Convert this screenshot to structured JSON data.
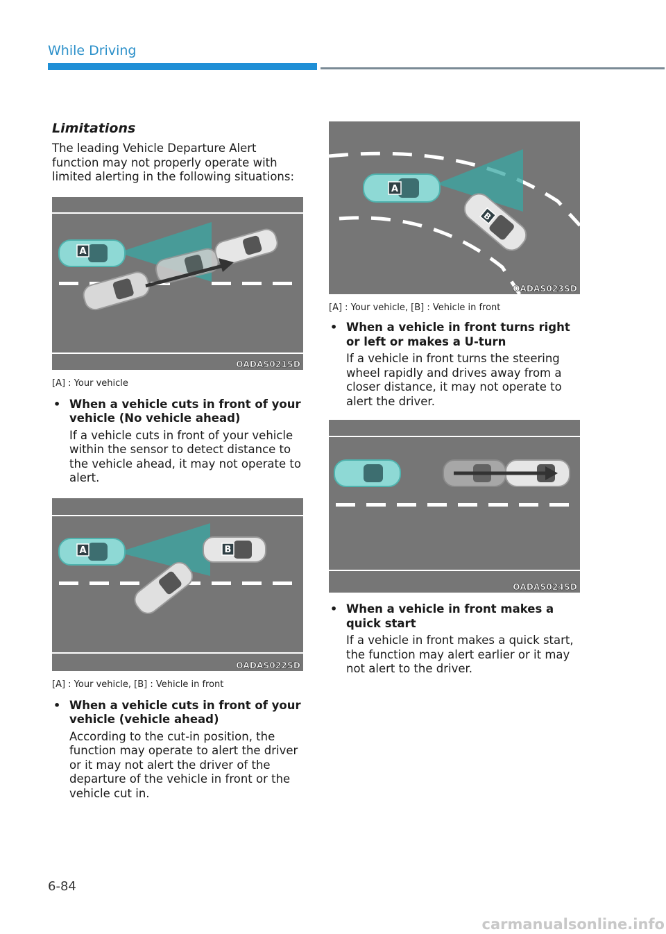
{
  "header": {
    "title": "While Driving"
  },
  "left": {
    "section_title": "Limitations",
    "intro": "The leading Vehicle Departure Alert function may not properly operate with limited alerting in the following situations:",
    "figure1": {
      "code": "OADAS021SD",
      "caption": "[A] : Your vehicle",
      "labels": [
        "A"
      ]
    },
    "bullet1": {
      "heading": "When a vehicle cuts in front of your vehicle (No vehicle ahead)",
      "body": "If a vehicle cuts in front of your vehicle within the sensor to detect distance to the vehicle ahead, it may not operate to alert."
    },
    "figure2": {
      "code": "OADAS022SD",
      "caption": "[A] : Your vehicle, [B] : Vehicle in front",
      "labels": [
        "A",
        "B"
      ]
    },
    "bullet2": {
      "heading": "When a vehicle cuts in front of your vehicle (vehicle ahead)",
      "body": "According to the cut-in position, the function may operate to alert the driver or it may not alert the driver of the departure of the vehicle in front or the vehicle cut in."
    }
  },
  "right": {
    "figure3": {
      "code": "OADAS023SD",
      "caption": "[A] : Your vehicle, [B] : Vehicle in front",
      "labels": [
        "A",
        "B"
      ]
    },
    "bullet3": {
      "heading": "When a vehicle in front turns right or left or makes a U-turn",
      "body": "If a vehicle in front turns the steering wheel rapidly and drives away from a closer distance, it may not operate to alert the driver."
    },
    "figure4": {
      "code": "OADAS024SD"
    },
    "bullet4": {
      "heading": "When a vehicle in front makes a quick start",
      "body": "If a vehicle in front makes a quick start, the function may alert earlier or it may not alert to the driver."
    }
  },
  "footer": {
    "page_number": "6-84",
    "watermark": "carmanualsonline.info"
  },
  "colors": {
    "accent": "#1f8fd6",
    "road": "#767676",
    "own_vehicle": "#7ed3cf",
    "sensor_cone": "#3aa8a4"
  },
  "bullet_symbol": "•"
}
